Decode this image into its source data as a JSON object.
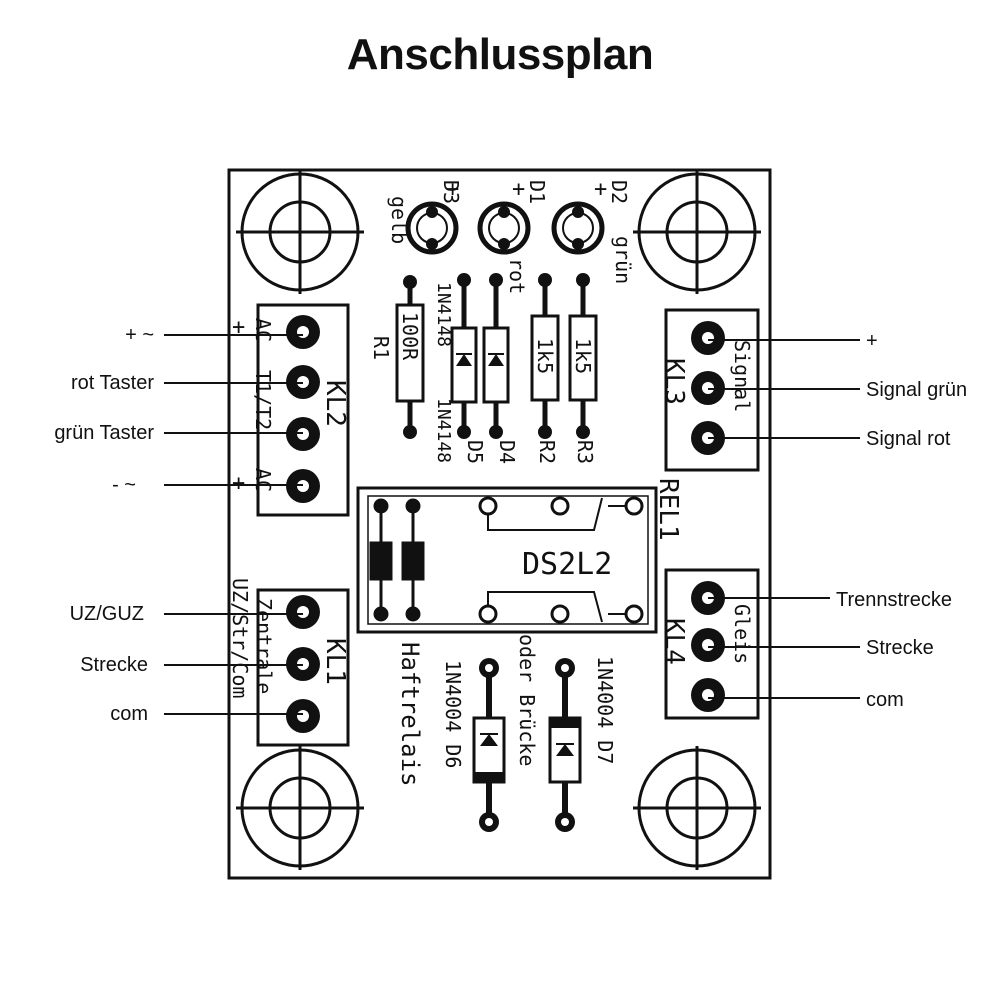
{
  "title": "Anschlussplan",
  "left_labels": [
    "+ ~",
    "rot Taster",
    "grün Taster",
    "- ~",
    "UZ/GUZ",
    "Strecke",
    "com"
  ],
  "right_labels": [
    "+",
    "Signal grün",
    "Signal rot",
    "Trennstrecke",
    "Strecke",
    "com"
  ],
  "pcb": {
    "kl2": "KL2",
    "kl2_pins": [
      "AC",
      "T1/T2",
      "AC"
    ],
    "kl2_signs": [
      "+",
      "+"
    ],
    "kl1": "KL1",
    "kl1_text": "Zentrale",
    "kl1_sub": "UZ/Str/Com",
    "kl3": "KL3",
    "kl3_text": "Signal",
    "kl4": "KL4",
    "kl4_text": "Gleis",
    "led_d3": "D3",
    "led_d1": "D1",
    "led_d2": "D2",
    "led_plus": "+",
    "gelb": "gelb",
    "rot": "rot",
    "gruen": "grün",
    "r1": "R1",
    "r1_val": "100R",
    "r2": "R2",
    "r3": "R3",
    "r23_val": "1k5",
    "d4": "D4",
    "d5": "D5",
    "d45_type": "1N4148",
    "rel": "REL1",
    "rel_type": "DS2L2",
    "haftrelais": "Haftrelais",
    "d6": "1N4004 D6",
    "d7": "1N4004 D7",
    "oder": "oder Brücke"
  },
  "colors": {
    "ink": "#111111",
    "paper": "#ffffff"
  }
}
